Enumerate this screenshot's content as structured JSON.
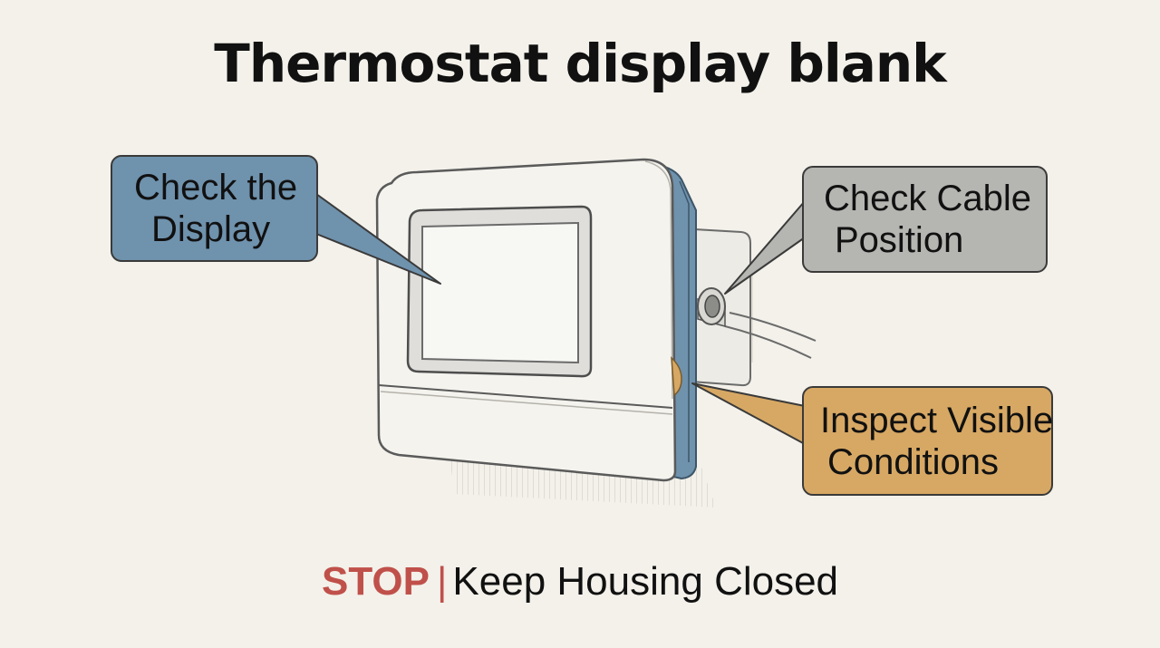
{
  "title": "Thermostat display blank",
  "callouts": {
    "display": {
      "line1": "Check the",
      "line2": "Display",
      "color": "#6f92ad"
    },
    "cable": {
      "line1": "Check Cable",
      "line2": "Position",
      "color": "#b5b5b2"
    },
    "inspect": {
      "line1": "Inspect Visible",
      "line2": "Conditions",
      "color": "#d7a864"
    }
  },
  "footer": {
    "stop": "STOP",
    "separator": "|",
    "message": "Keep Housing Closed",
    "stop_color": "#c0504a"
  }
}
